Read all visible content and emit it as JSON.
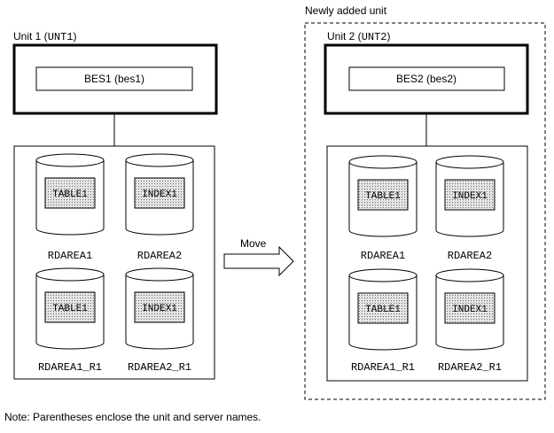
{
  "header": {
    "new_unit_caption": "Newly added unit"
  },
  "unit1": {
    "label_prefix": "Unit 1 (",
    "label_code": "UNT1",
    "label_suffix": ")",
    "server": "BES1 (bes1)",
    "rdareas": [
      {
        "table": "TABLE1",
        "name": "RDAREA1"
      },
      {
        "table": "INDEX1",
        "name": "RDAREA2"
      },
      {
        "table": "TABLE1",
        "name": "RDAREA1_R1"
      },
      {
        "table": "INDEX1",
        "name": "RDAREA2_R1"
      }
    ]
  },
  "unit2": {
    "label_prefix": "Unit 2 (",
    "label_code": "UNT2",
    "label_suffix": ")",
    "server": "BES2 (bes2)",
    "rdareas": [
      {
        "table": "TABLE1",
        "name": "RDAREA1"
      },
      {
        "table": "INDEX1",
        "name": "RDAREA2"
      },
      {
        "table": "TABLE1",
        "name": "RDAREA1_R1"
      },
      {
        "table": "INDEX1",
        "name": "RDAREA2_R1"
      }
    ]
  },
  "arrow": {
    "label": "Move"
  },
  "note": "Note: Parentheses enclose the unit and server names."
}
